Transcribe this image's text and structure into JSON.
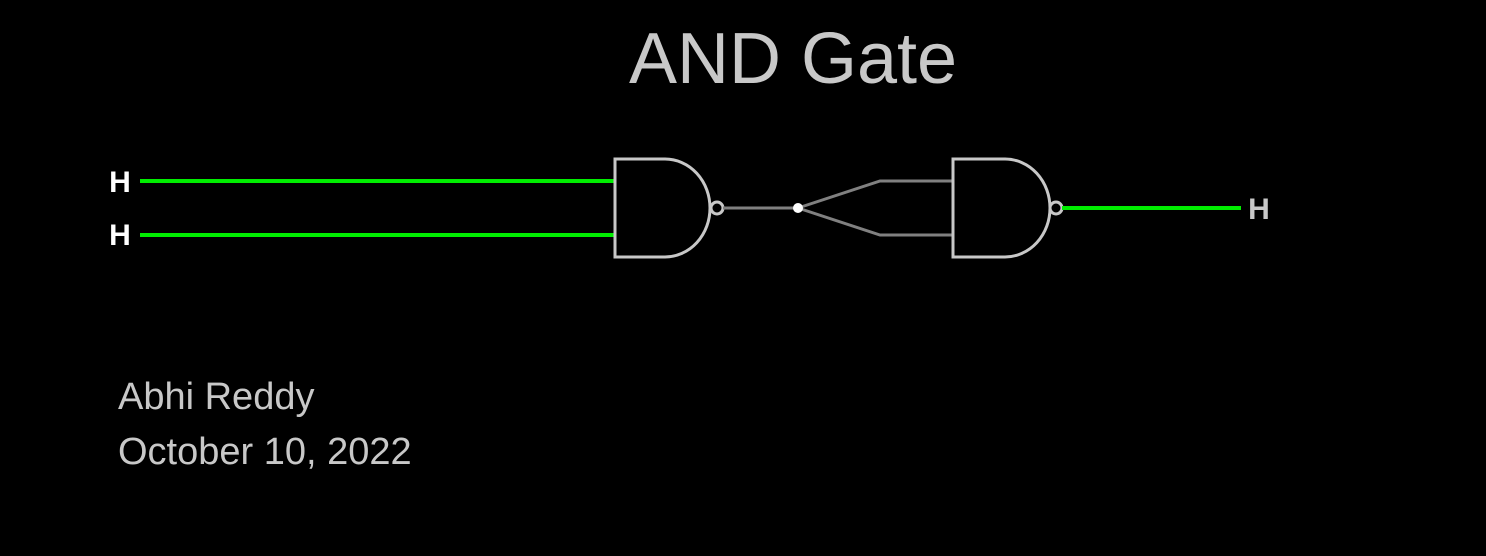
{
  "title": "AND Gate",
  "inputs": [
    {
      "label": "H"
    },
    {
      "label": "H"
    }
  ],
  "output": {
    "label": "H"
  },
  "author": "Abhi Reddy",
  "date": "October 10, 2022",
  "colors": {
    "background": "#000000",
    "wire_high": "#00ee00",
    "wire_internal": "#808080",
    "gate_outline": "#c8c8c8",
    "text": "#c8c8c8",
    "pin_label": "#ffffff"
  }
}
